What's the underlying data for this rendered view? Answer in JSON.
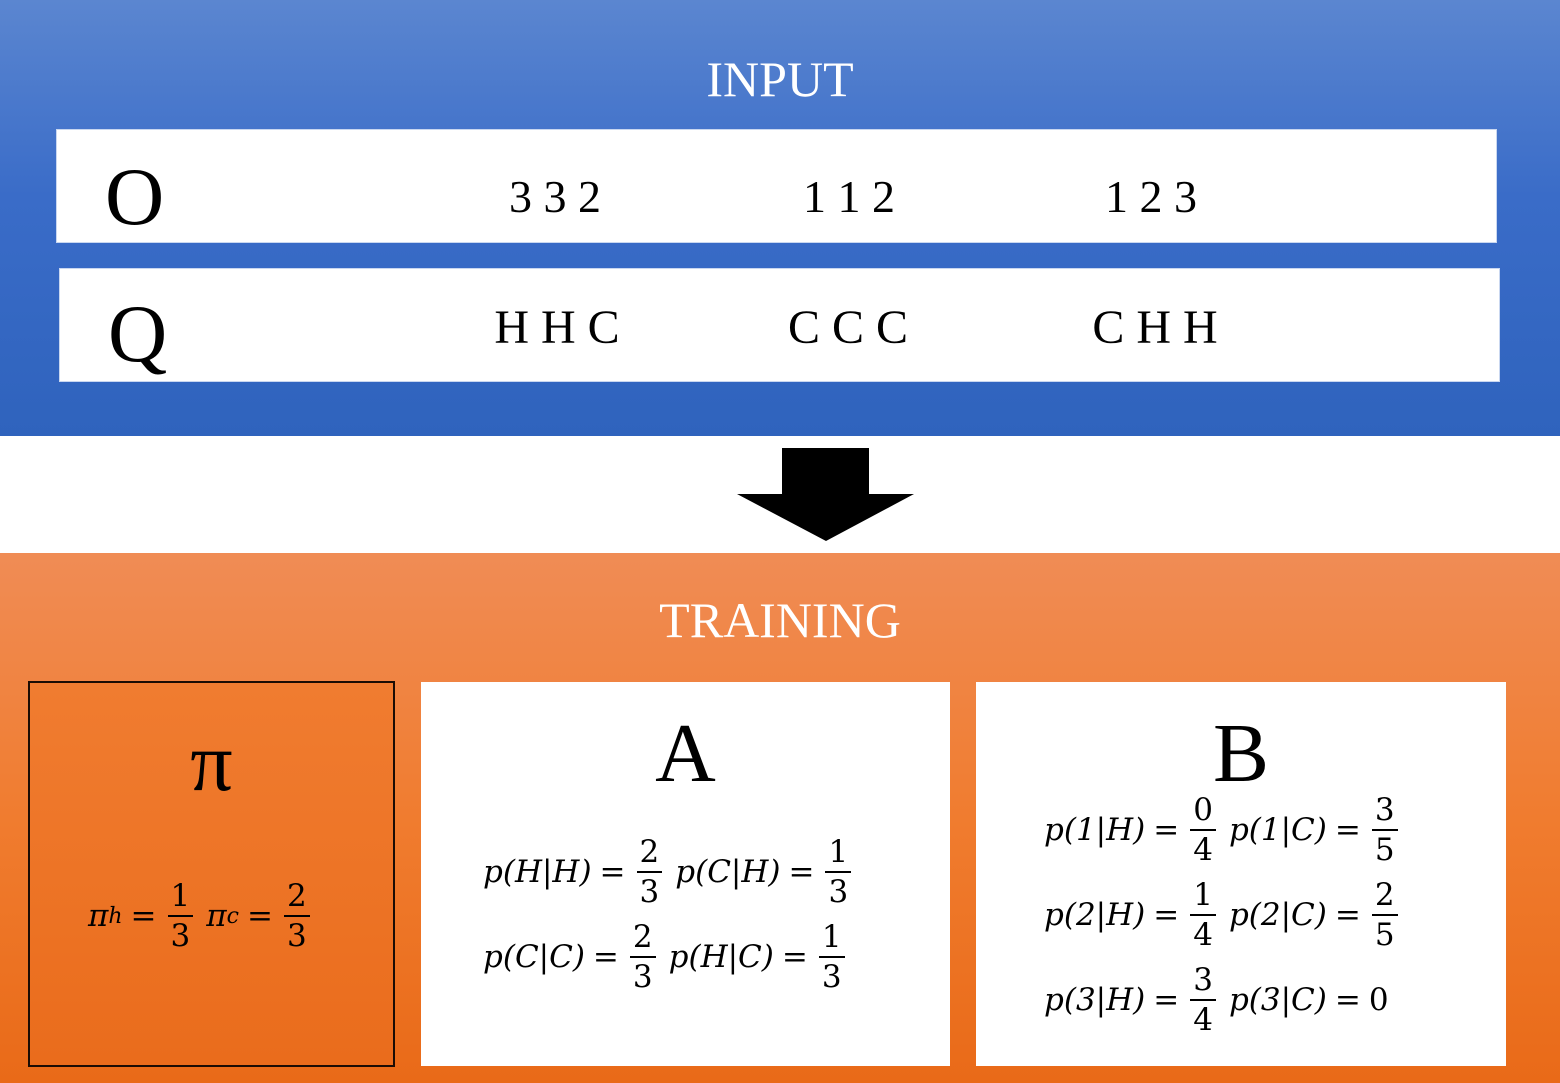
{
  "input": {
    "title": "INPUT",
    "rows": [
      {
        "label": "O",
        "sequences": [
          "3 3 2",
          "1 1 2",
          "1 2 3"
        ]
      },
      {
        "label": "Q",
        "sequences": [
          "H H C",
          "C C C",
          "C H H"
        ]
      }
    ]
  },
  "training": {
    "title": "TRAINING",
    "pi": {
      "title": "π",
      "terms": [
        {
          "lhs": "π",
          "sub": "h",
          "num": "1",
          "den": "3"
        },
        {
          "lhs": "π",
          "sub": "c",
          "num": "2",
          "den": "3"
        }
      ]
    },
    "a": {
      "title": "A",
      "rows": [
        [
          {
            "lhs": "p(H|H)",
            "num": "2",
            "den": "3"
          },
          {
            "lhs": "p(C|H)",
            "num": "1",
            "den": "3"
          }
        ],
        [
          {
            "lhs": "p(C|C)",
            "num": "2",
            "den": "3"
          },
          {
            "lhs": "p(H|C)",
            "num": "1",
            "den": "3"
          }
        ]
      ]
    },
    "b": {
      "title": "B",
      "rows": [
        [
          {
            "lhs": "p(1|H)",
            "num": "0",
            "den": "4"
          },
          {
            "lhs": "p(1|C)",
            "num": "3",
            "den": "5"
          }
        ],
        [
          {
            "lhs": "p(2|H)",
            "num": "1",
            "den": "4"
          },
          {
            "lhs": "p(2|C)",
            "num": "2",
            "den": "5"
          }
        ],
        [
          {
            "lhs": "p(3|H)",
            "num": "3",
            "den": "4"
          },
          {
            "lhs": "p(3|C)",
            "value": "0"
          }
        ]
      ]
    }
  },
  "colors": {
    "input_panel": "#3a6cc8",
    "training_panel": "#f07c2f",
    "arrow": "#000000"
  }
}
